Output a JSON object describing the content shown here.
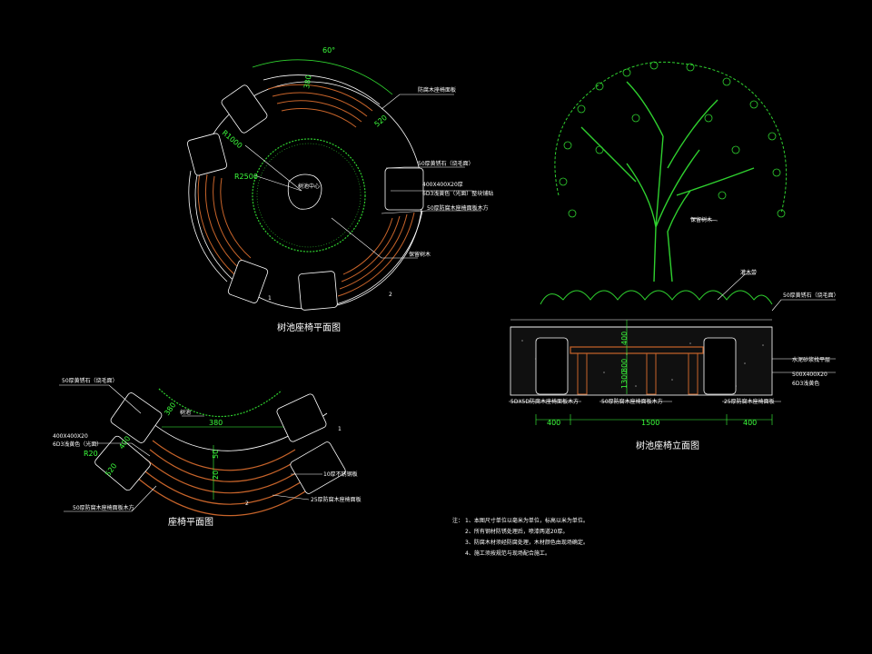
{
  "colors": {
    "background": "#000000",
    "line": "#2fd12f",
    "dim": "#3cff3c",
    "wood": "#c8642a",
    "text": "#ffffff",
    "concrete": "#8a8a8a"
  },
  "plan": {
    "title": "树池座椅平面图",
    "dims": {
      "arc": "60°",
      "w1": "380",
      "w2": "520",
      "r1": "R1000",
      "r2": "R2500"
    },
    "labels": {
      "wood_strip_top": "防腐木座椅面板",
      "stone_top": "50厚黄锈石（烧毛面）",
      "block_1": "400X400X20厚",
      "block_2": "6D3浅黄色（光面）整块铺贴",
      "wood_right": "50厚防腐木座椅面板木方",
      "tree_label": "保留树木",
      "tree_center": "树池中心",
      "mark_1": "1",
      "mark_2": "2"
    }
  },
  "elevation": {
    "title": "树池座椅立面图",
    "labels": {
      "stone_top": "50厚黄锈石（烧毛面）",
      "tree_label": "保留树木",
      "shrub": "灌木带",
      "mortar": "水泥砂浆找平层",
      "block_1": "500X400X20",
      "block_2": "6D3浅黄色",
      "left_bottom": "5DX5D防腐木座椅面板木方",
      "mid_bottom": "50厚防腐木座椅面板木方",
      "right_bottom": "25厚防腐木座椅面板"
    },
    "dims": {
      "h1": "400",
      "h2": "800",
      "h3": "1300",
      "d_left": "400",
      "d_mid": "1500",
      "d_right": "400"
    }
  },
  "seat": {
    "title": "座椅平面图",
    "labels": {
      "stone_top": "50厚黄锈石（烧毛面）",
      "block_1": "400X400X20",
      "block_2": "6D3浅黄色（光面）",
      "tree": "树池",
      "left_bottom": "50厚防腐木座椅面板木方",
      "right_mid": "10厚不锈钢板",
      "right_bottom": "25厚防腐木座椅面板",
      "mark_1": "1",
      "mark_2": "2"
    },
    "dims": {
      "a": "380",
      "b": "400",
      "c": "520",
      "d": "R20",
      "e": "50",
      "f": "20"
    }
  },
  "notes": {
    "prefix": "注：",
    "lines": [
      "1、本图尺寸单位以毫米为单位，标高以米为单位。",
      "2、所有钢材防锈处理后，喷漆两道20厚。",
      "3、防腐木材须经防腐处理，木材颜色由现场确定。",
      "4、施工须按规范与现场配合施工。"
    ]
  }
}
